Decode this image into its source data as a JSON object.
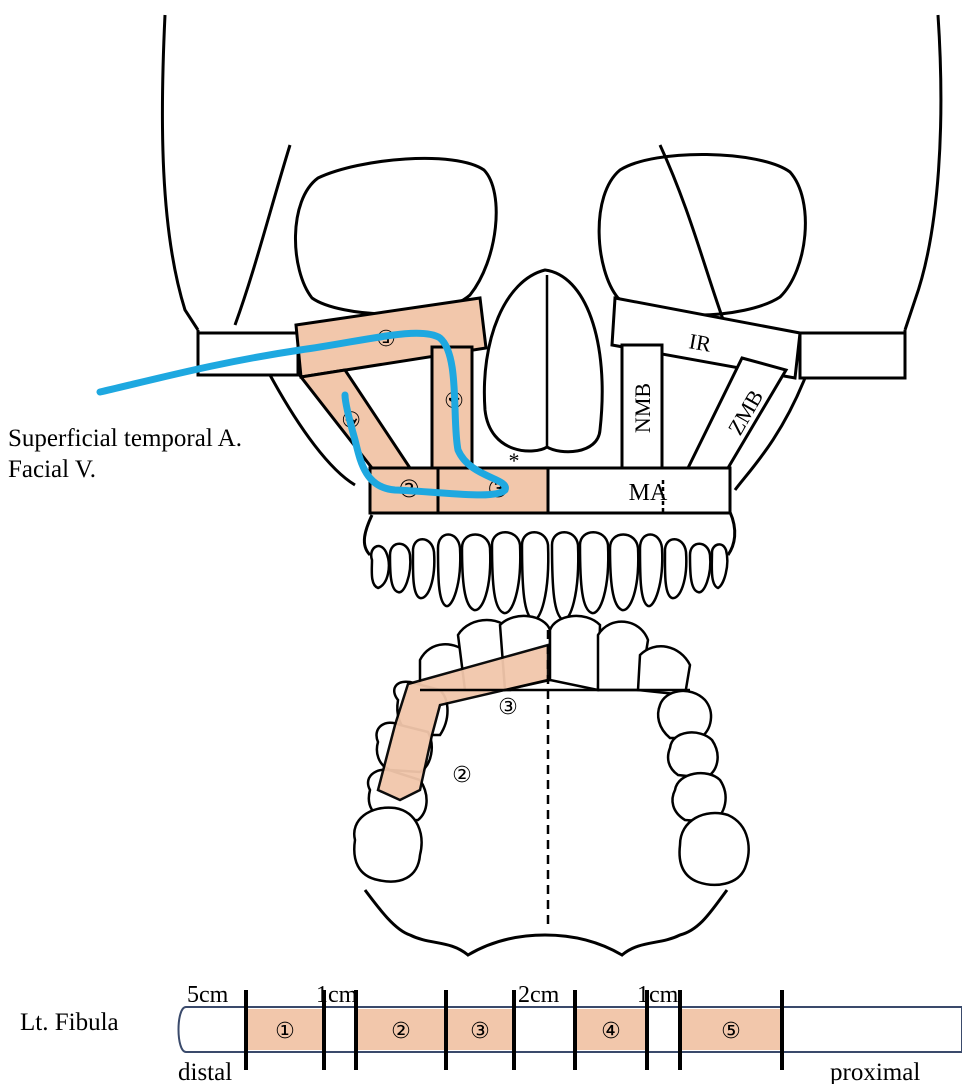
{
  "labels": {
    "artery": "Superficial temporal A.",
    "vein": "Facial V.",
    "asterisk": "*"
  },
  "left_segments": [
    "⑤",
    "④",
    "①",
    "②",
    "③"
  ],
  "right_struts": {
    "ir": "IR",
    "nmb": "NMB",
    "zmb": "ZMB",
    "ma": "MA"
  },
  "palate_labels": [
    "③",
    "②"
  ],
  "fibula": {
    "name": "Lt. Fibula",
    "distal": "distal",
    "proximal": "proximal",
    "lengths": [
      "5cm",
      "1cm",
      "2cm",
      "1cm"
    ],
    "segments": [
      "①",
      "②",
      "③",
      "④",
      "⑤"
    ]
  },
  "colors": {
    "graft": "#f2c7ab",
    "vessel": "#1ea8e0",
    "outline": "#000000"
  }
}
